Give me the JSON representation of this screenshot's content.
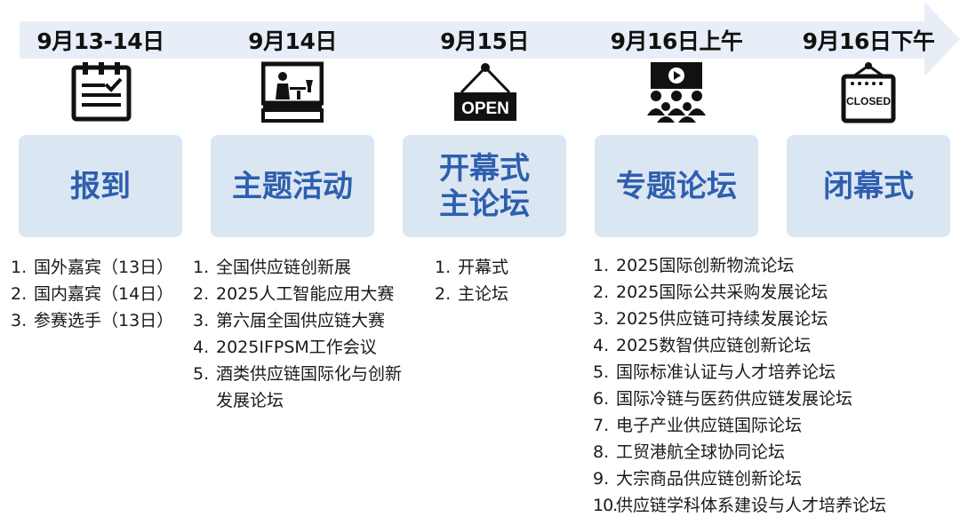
{
  "timeline": {
    "stages": [
      {
        "date": "9月13-14日",
        "icon": "clipboard-checklist-icon",
        "title": "报到",
        "items": [
          "国外嘉宾（13日）",
          "国内嘉宾（14日）",
          "参赛选手（13日）"
        ]
      },
      {
        "date": "9月14日",
        "icon": "exhibition-booth-icon",
        "title": "主题活动",
        "items": [
          "全国供应链创新展",
          "2025人工智能应用大赛",
          "第六届全国供应链大赛",
          "2025IFPSM工作会议",
          "酒类供应链国际化与创新发展论坛"
        ]
      },
      {
        "date": "9月15日",
        "icon": "open-sign-icon",
        "icon_text": "OPEN",
        "title": "开幕式\n主论坛",
        "items": [
          "开幕式",
          "主论坛"
        ]
      },
      {
        "date": "9月16日上午",
        "icon": "audience-presentation-icon",
        "title": "专题论坛",
        "items": [
          "2025国际创新物流论坛",
          "2025国际公共采购发展论坛",
          "2025供应链可持续发展论坛",
          "2025数智供应链创新论坛",
          "国际标准认证与人才培养论坛",
          "国际冷链与医药供应链发展论坛",
          "电子产业供应链国际论坛",
          "工贸港航全球协同论坛",
          "大宗商品供应链创新论坛",
          "供应链学科体系建设与人才培养论坛"
        ]
      },
      {
        "date": "9月16日下午",
        "icon": "closed-sign-icon",
        "icon_text": "CLOSED",
        "title": "闭幕式",
        "items": []
      }
    ]
  },
  "colors": {
    "arrow": "#e8eef7",
    "box_fill": "#dbe6f3",
    "box_text": "#2e5fae",
    "icon": "#111111"
  }
}
